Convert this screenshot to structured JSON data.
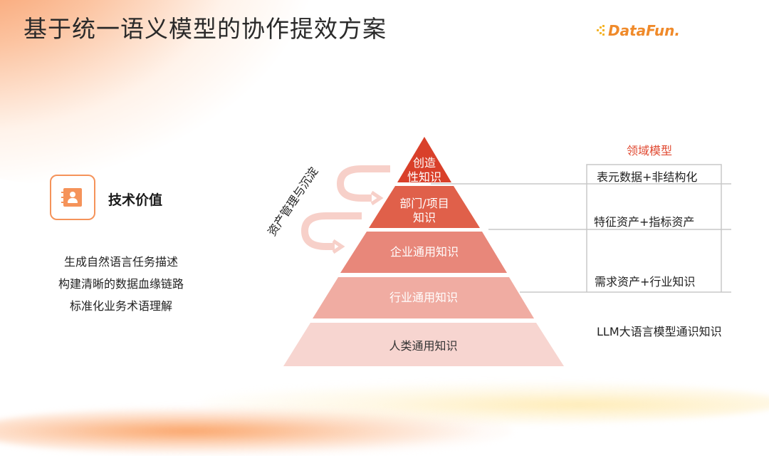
{
  "slide": {
    "title": "基于统一语义模型的协作提效方案",
    "logo": {
      "text": "DataFun.",
      "icon": "datafun-logo-dots-icon",
      "color": "#f08a2a"
    }
  },
  "tech_value": {
    "icon": "contact-book-icon",
    "title": "技术价值",
    "items": [
      "生成自然语言任务描述",
      "构建清晰的数据血缘链路",
      "标准化业务术语理解"
    ]
  },
  "pyramid": {
    "side_label": "资产管理与沉淀",
    "tiers": [
      {
        "label_line1": "创造",
        "label_line2": "性知识",
        "color": "#d9402a"
      },
      {
        "label_line1": "部门/项目",
        "label_line2": "知识",
        "color": "#e0604a"
      },
      {
        "label_line1": "企业通用知识",
        "color": "#e8877a"
      },
      {
        "label_line1": "行业通用知识",
        "color": "#f0aca2"
      },
      {
        "label_line1": "人类通用知识",
        "color": "#f7d5d0"
      }
    ],
    "arrow_color": "#f7d0c9"
  },
  "domain_model": {
    "title": "领域模型",
    "title_color": "#e04a32",
    "rows": [
      "表元数据+非结构化",
      "特征资产+指标资产",
      "需求资产+行业知识"
    ],
    "bottom_note": "LLM大语言模型通识知识"
  }
}
